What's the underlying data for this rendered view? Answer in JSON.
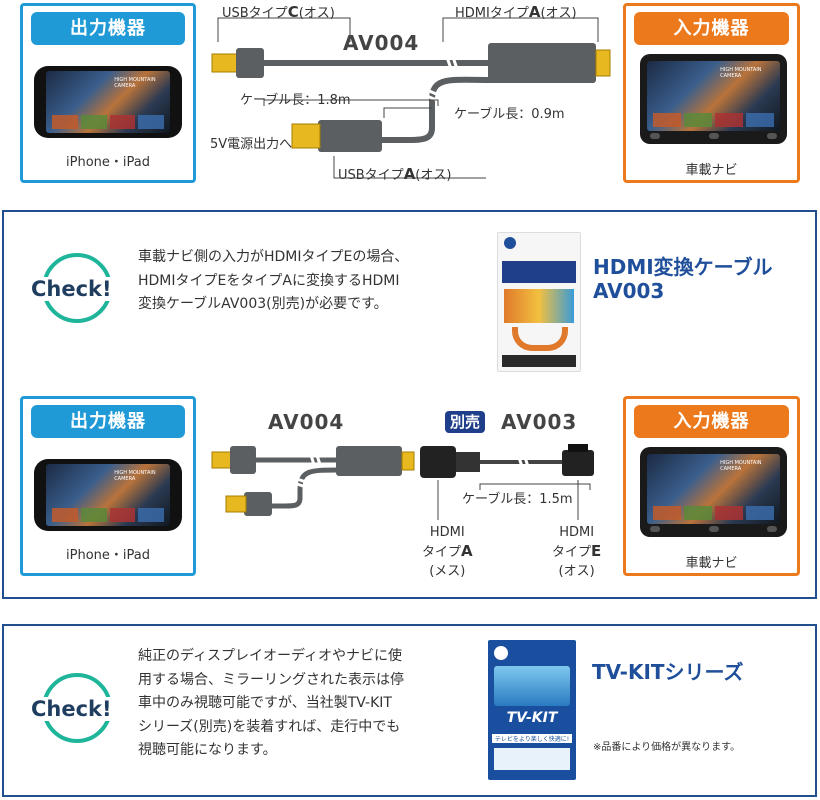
{
  "top": {
    "output_title": "出力機器",
    "output_caption": "iPhone・iPad",
    "input_title": "入力機器",
    "input_caption": "車載ナビ",
    "usb_c_label": "USBタイプ",
    "usb_c_letter": "C",
    "usb_c_suffix": "(オス)",
    "hdmi_a_label": "HDMIタイプ",
    "hdmi_a_letter": "A",
    "hdmi_a_suffix": "(オス)",
    "model": "AV004",
    "cable_len1": "ケーブル長：1.8m",
    "cable_len2": "ケーブル長：0.9m",
    "power_label": "5V電源出力へ",
    "usb_a_label": "USBタイプ",
    "usb_a_letter": "A",
    "usb_a_suffix": "(オス)"
  },
  "check1": {
    "check_text": "Check!",
    "desc_lines": [
      "車載ナビ側の入力がHDMIタイプEの場合、",
      "HDMIタイプEをタイプAに変換するHDMI",
      "変換ケーブルAV003(別売)が必要です。"
    ],
    "product_line1": "HDMI変換ケーブル",
    "product_line2": "AV003"
  },
  "middle": {
    "output_title": "出力機器",
    "output_caption": "iPhone・iPad",
    "input_title": "入力機器",
    "input_caption": "車載ナビ",
    "model_av004": "AV004",
    "sold_separately": "別売",
    "model_av003": "AV003",
    "cable_len": "ケーブル長：1.5m",
    "hdmi_a_line1": "HDMI",
    "hdmi_a_line2_pre": "タイプ",
    "hdmi_a_line2_letter": "A",
    "hdmi_a_line3": "(メス)",
    "hdmi_e_line1": "HDMI",
    "hdmi_e_line2_pre": "タイプ",
    "hdmi_e_line2_letter": "E",
    "hdmi_e_line3": "(オス)"
  },
  "check2": {
    "check_text": "Check!",
    "desc_lines": [
      "純正のディスプレイオーディオやナビに使",
      "用する場合、ミラーリングされた表示は停",
      "車中のみ視聴可能ですが、当社製TV-KIT",
      "シリーズ(別売)を装着すれば、走行中でも",
      "視聴可能になります。"
    ],
    "product_title": "TV-KITシリーズ",
    "price_note": "※品番により価格が異なります。",
    "pkg_title": "TV-KIT",
    "pkg_tagline": "テレビをより楽しく快適に!"
  },
  "colors": {
    "blue": "#1f9ad6",
    "orange": "#ec7a1c",
    "navy": "#1f4f8c",
    "check_green": "#1eb59a",
    "gold": "#e8b820",
    "cable_gray": "#5c5f62"
  }
}
